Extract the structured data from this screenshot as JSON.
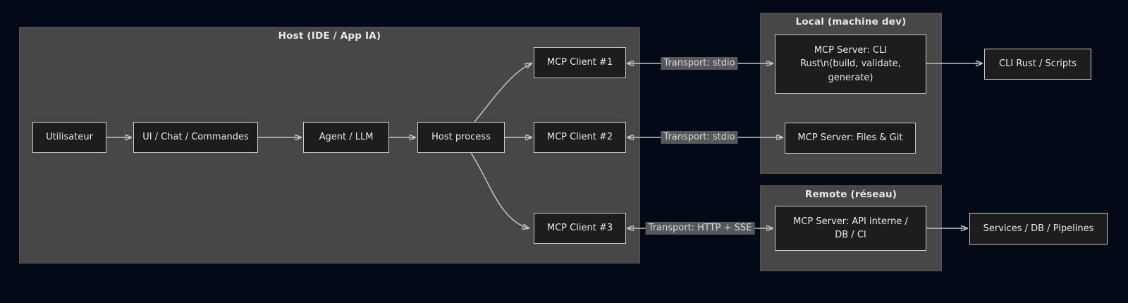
{
  "colors": {
    "background": "#030916",
    "cluster_fill": "#474747",
    "node_fill": "#1d1d1d",
    "node_border": "#c9c9c9",
    "text": "#e8e8e8",
    "arrow": "#c4c4c4",
    "edge_label_bg": "#57585c",
    "edge_label_text": "#d9d9d9"
  },
  "host": {
    "title": "Host (IDE / App IA)",
    "nodes": {
      "utilisateur": "Utilisateur",
      "ui_chat": "UI / Chat / Commandes",
      "agent": "Agent / LLM",
      "host_process": "Host process",
      "client1": "MCP Client #1",
      "client2": "MCP Client #2",
      "client3": "MCP Client #3"
    }
  },
  "local": {
    "title": "Local (machine dev)",
    "server_cli_lines": [
      "MCP Server: CLI",
      "Rust\\n(build, validate,",
      "generate)"
    ],
    "server_files": "MCP Server: Files & Git"
  },
  "remote": {
    "title": "Remote (réseau)",
    "server_api_lines": [
      "MCP Server: API interne /",
      "DB / CI"
    ]
  },
  "external": {
    "cli_rust": "CLI Rust / Scripts",
    "services": "Services / DB / Pipelines"
  },
  "edge_labels": {
    "client1_server": "Transport: stdio",
    "client2_server": "Transport: stdio",
    "client3_server": "Transport: HTTP + SSE"
  }
}
